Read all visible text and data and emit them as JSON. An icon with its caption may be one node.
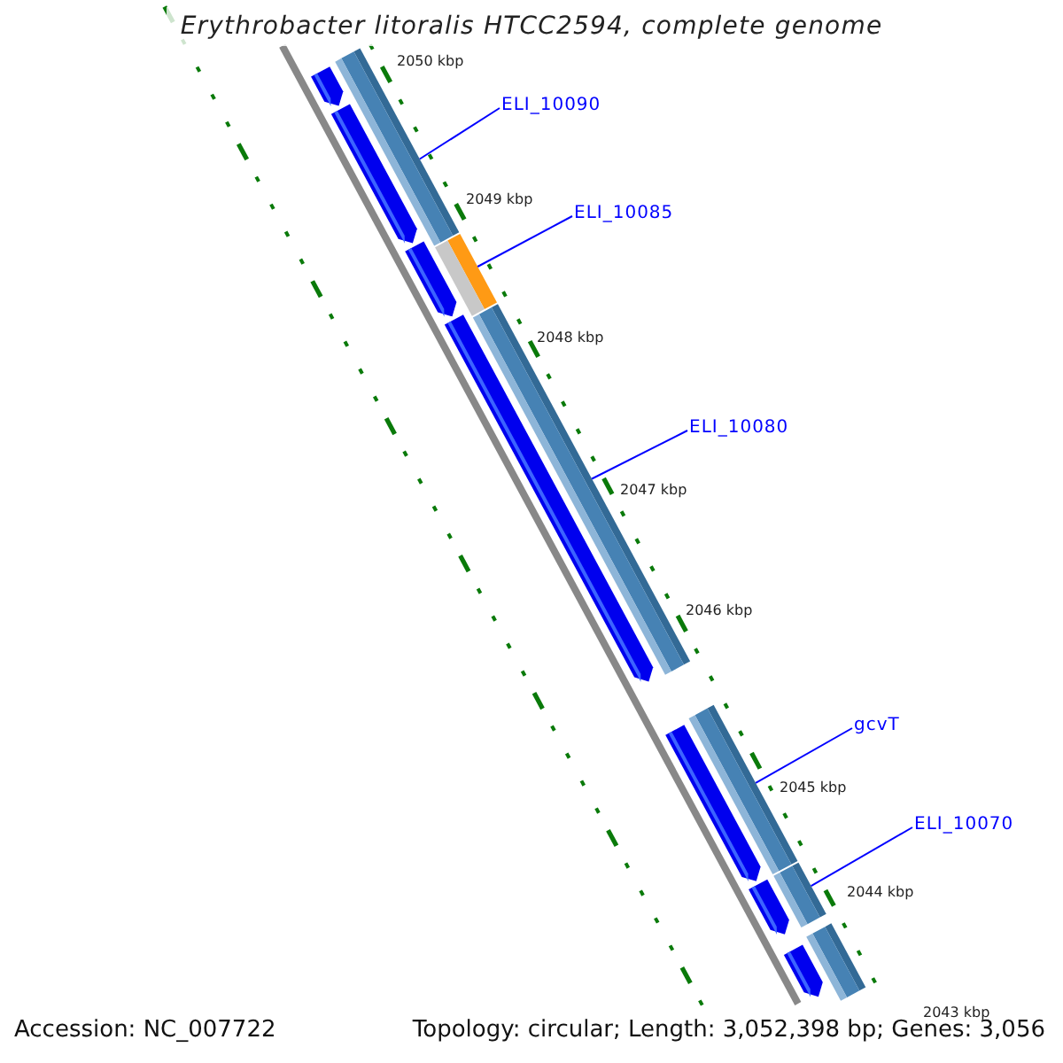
{
  "diagram": {
    "title": "Erythrobacter litoralis HTCC2594, complete genome",
    "nodes": [
      {
        "text": [
          "ELI_10090"
        ]
      },
      {
        "text": [
          "ELI_10085"
        ]
      },
      {
        "text": [
          "ELI_10080"
        ]
      },
      {
        "text": [
          "gcvT"
        ]
      },
      {
        "text": [
          "ELI_10070"
        ]
      },
      {
        "text": [],
        "shape": "bar"
      },
      {
        "text": [],
        "shape": "bar"
      },
      {
        "text": [],
        "shape": "bar"
      },
      {
        "text": [],
        "shape": "bar"
      },
      {
        "text": [],
        "shape": "bar"
      },
      {
        "text": [],
        "shape": "bar"
      }
    ],
    "edges": [
      {
        "from": 0,
        "to": 5,
        "arrow": "none"
      },
      {
        "from": 1,
        "to": 6,
        "arrow": "none"
      },
      {
        "from": 2,
        "to": 7,
        "arrow": "none"
      },
      {
        "from": 3,
        "to": 8,
        "arrow": "none"
      },
      {
        "from": 4,
        "to": 9,
        "arrow": "none"
      }
    ],
    "labels": [
      "2050 kbp",
      "2049 kbp",
      "2048 kbp",
      "2047 kbp",
      "2046 kbp",
      "2045 kbp",
      "2044 kbp",
      "2043 kbp",
      "Accession: NC_007722",
      "Topology: circular; Length: 3,052,398 bp; Genes: 3,056"
    ]
  }
}
